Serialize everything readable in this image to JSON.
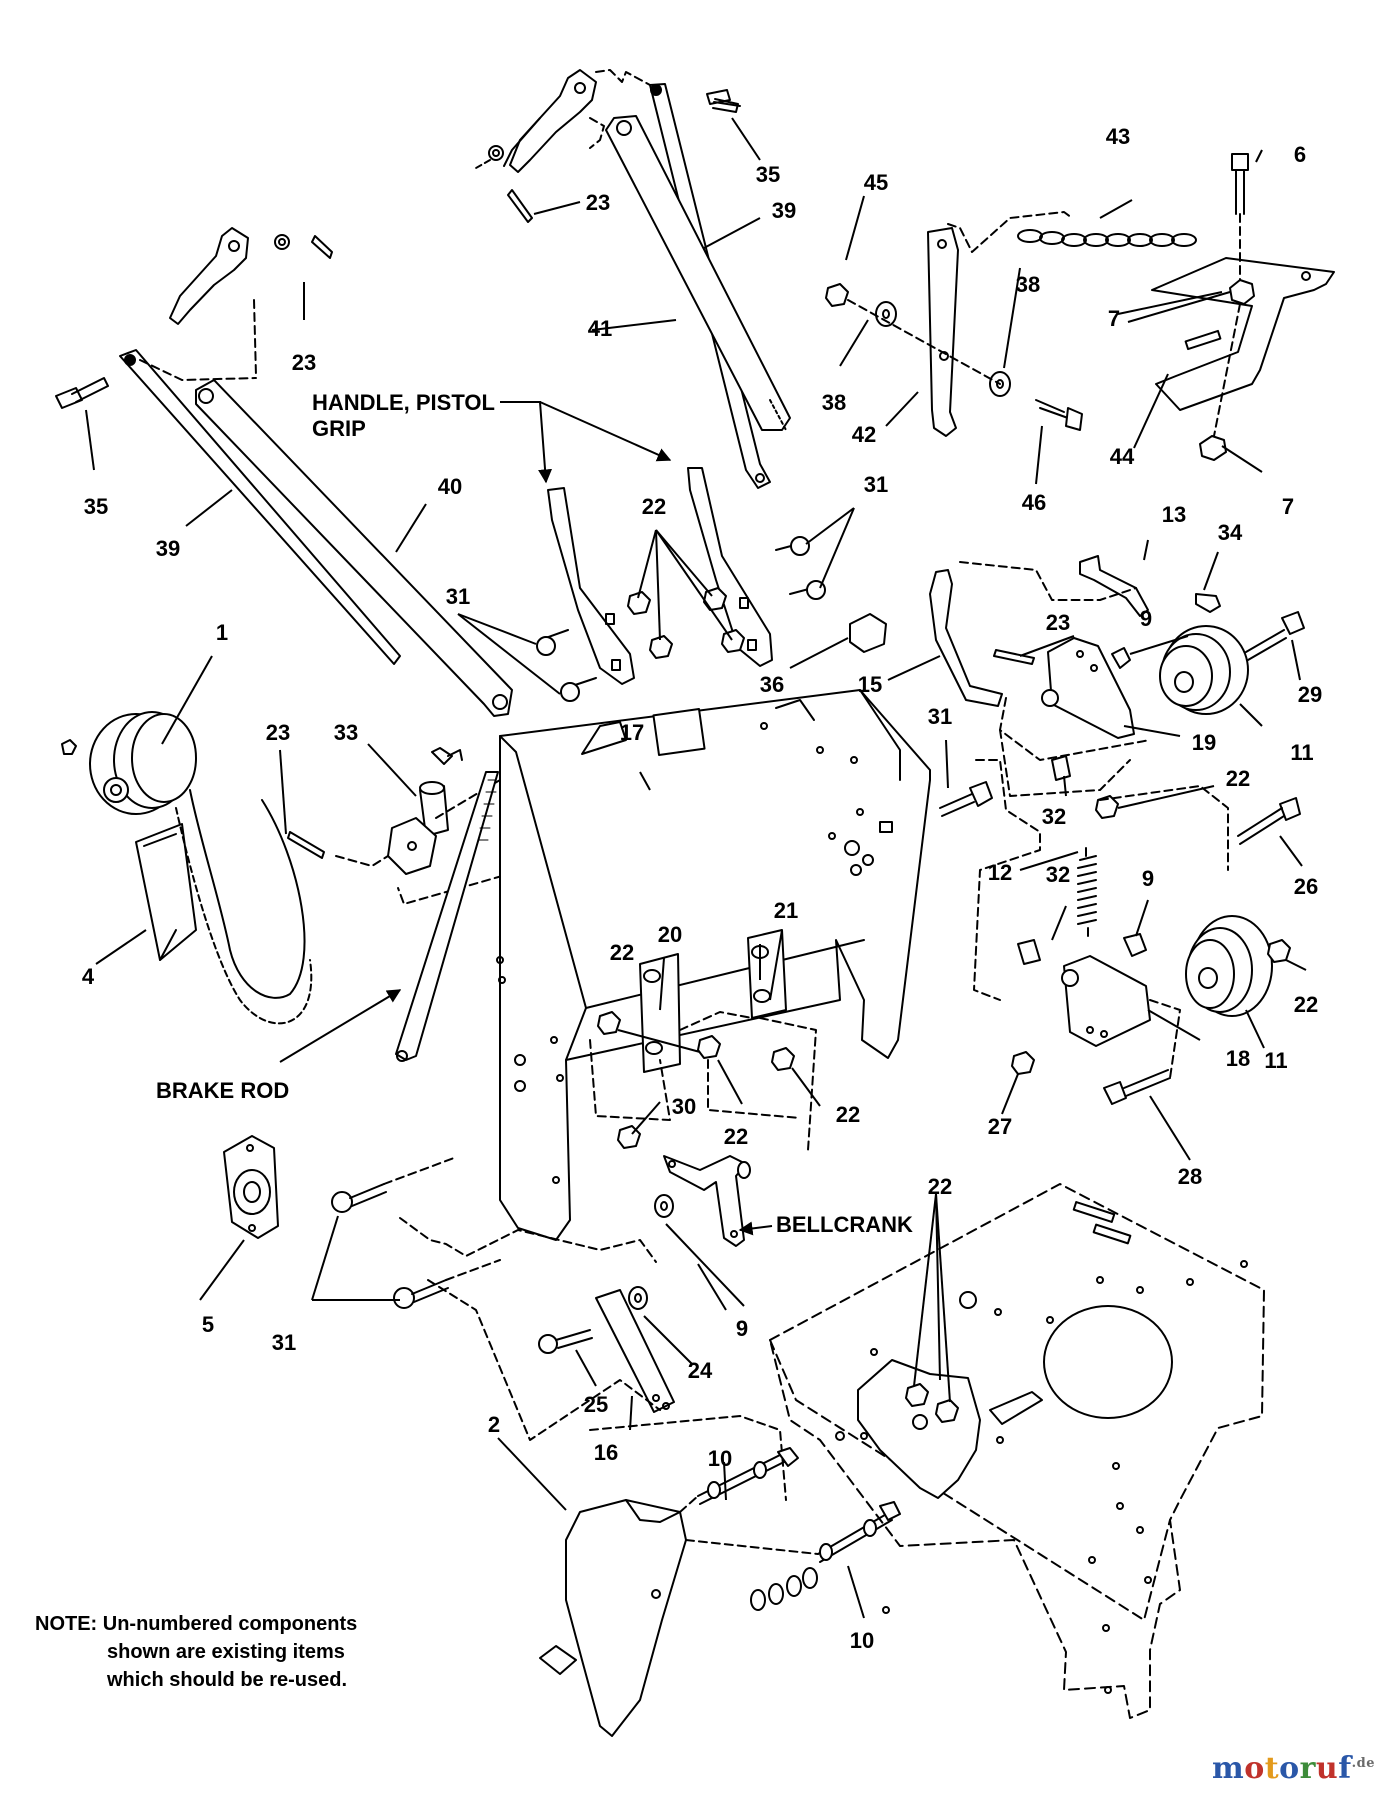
{
  "diagram": {
    "callouts": [
      {
        "id": "c1",
        "text": "1"
      },
      {
        "id": "c2",
        "text": "2"
      },
      {
        "id": "c4",
        "text": "4"
      },
      {
        "id": "c5",
        "text": "5"
      },
      {
        "id": "c6",
        "text": "6"
      },
      {
        "id": "c7a",
        "text": "7"
      },
      {
        "id": "c7b",
        "text": "7"
      },
      {
        "id": "c9a",
        "text": "9"
      },
      {
        "id": "c9b",
        "text": "9"
      },
      {
        "id": "c9c",
        "text": "9"
      },
      {
        "id": "c10a",
        "text": "10"
      },
      {
        "id": "c10b",
        "text": "10"
      },
      {
        "id": "c11a",
        "text": "11"
      },
      {
        "id": "c11b",
        "text": "11"
      },
      {
        "id": "c12",
        "text": "12"
      },
      {
        "id": "c13",
        "text": "13"
      },
      {
        "id": "c15",
        "text": "15"
      },
      {
        "id": "c16",
        "text": "16"
      },
      {
        "id": "c17",
        "text": "17"
      },
      {
        "id": "c18",
        "text": "18"
      },
      {
        "id": "c19",
        "text": "19"
      },
      {
        "id": "c20",
        "text": "20"
      },
      {
        "id": "c21",
        "text": "21"
      },
      {
        "id": "c22a",
        "text": "22"
      },
      {
        "id": "c22b",
        "text": "22"
      },
      {
        "id": "c22c",
        "text": "22"
      },
      {
        "id": "c22d",
        "text": "22"
      },
      {
        "id": "c22e",
        "text": "22"
      },
      {
        "id": "c22f",
        "text": "22"
      },
      {
        "id": "c22g",
        "text": "22"
      },
      {
        "id": "c23a",
        "text": "23"
      },
      {
        "id": "c23b",
        "text": "23"
      },
      {
        "id": "c23c",
        "text": "23"
      },
      {
        "id": "c23d",
        "text": "23"
      },
      {
        "id": "c24",
        "text": "24"
      },
      {
        "id": "c25",
        "text": "25"
      },
      {
        "id": "c26",
        "text": "26"
      },
      {
        "id": "c27",
        "text": "27"
      },
      {
        "id": "c28",
        "text": "28"
      },
      {
        "id": "c29",
        "text": "29"
      },
      {
        "id": "c30",
        "text": "30"
      },
      {
        "id": "c31a",
        "text": "31"
      },
      {
        "id": "c31b",
        "text": "31"
      },
      {
        "id": "c31c",
        "text": "31"
      },
      {
        "id": "c31d",
        "text": "31"
      },
      {
        "id": "c32a",
        "text": "32"
      },
      {
        "id": "c32b",
        "text": "32"
      },
      {
        "id": "c33",
        "text": "33"
      },
      {
        "id": "c34",
        "text": "34"
      },
      {
        "id": "c35a",
        "text": "35"
      },
      {
        "id": "c35b",
        "text": "35"
      },
      {
        "id": "c36",
        "text": "36"
      },
      {
        "id": "c38a",
        "text": "38"
      },
      {
        "id": "c38b",
        "text": "38"
      },
      {
        "id": "c39a",
        "text": "39"
      },
      {
        "id": "c39b",
        "text": "39"
      },
      {
        "id": "c40",
        "text": "40"
      },
      {
        "id": "c41",
        "text": "41"
      },
      {
        "id": "c42",
        "text": "42"
      },
      {
        "id": "c43",
        "text": "43"
      },
      {
        "id": "c44",
        "text": "44"
      },
      {
        "id": "c45",
        "text": "45"
      },
      {
        "id": "c46",
        "text": "46"
      }
    ],
    "labels": {
      "handle_line1": "HANDLE, PISTOL",
      "handle_line2": "GRIP",
      "brake_rod": "BRAKE ROD",
      "bellcrank": "BELLCRANK"
    },
    "note": {
      "line1": "NOTE: Un-numbered components",
      "line2": "shown are existing items",
      "line3": "which should be re-used."
    }
  },
  "watermark": {
    "text": "motoruf",
    "suffix": ".de",
    "colors": [
      "#2a57a8",
      "#c0322b",
      "#e39a1c",
      "#2a57a8",
      "#3d8c3a",
      "#c0322b",
      "#2a57a8"
    ]
  }
}
